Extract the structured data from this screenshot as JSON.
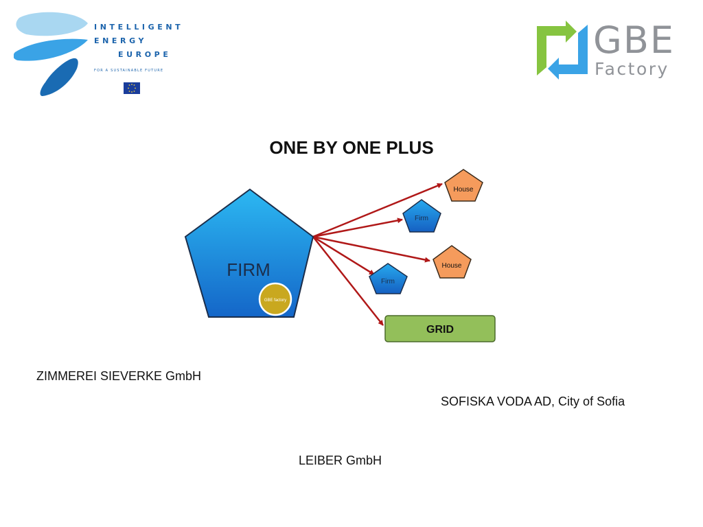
{
  "iee_logo": {
    "line1": "INTELLIGENT",
    "line2": "ENERGY",
    "line3": "EUROPE",
    "tagline": "FOR A SUSTAINABLE FUTURE"
  },
  "gbe_logo": {
    "big": "GBE",
    "small": "Factory"
  },
  "diagram": {
    "title": "ONE BY ONE PLUS",
    "main_node": "FIRM",
    "badge": "GBE factory",
    "nodes": [
      {
        "label": "House",
        "kind": "house"
      },
      {
        "label": "Firm",
        "kind": "firm"
      },
      {
        "label": "House",
        "kind": "house"
      },
      {
        "label": "Firm",
        "kind": "firm"
      }
    ],
    "grid_label": "GRID"
  },
  "captions": {
    "first": "ZIMMEREI SIEVERKE GmbH",
    "second": "SOFISKA VODA AD, City of Sofia",
    "third": "LEIBER GmbH"
  },
  "colors": {
    "firm_blue": "#1e88d8",
    "house_orange": "#f59b5c",
    "grid_green": "#93bf5a",
    "arrow_red": "#b01818",
    "badge_gold": "#c9a81f"
  }
}
